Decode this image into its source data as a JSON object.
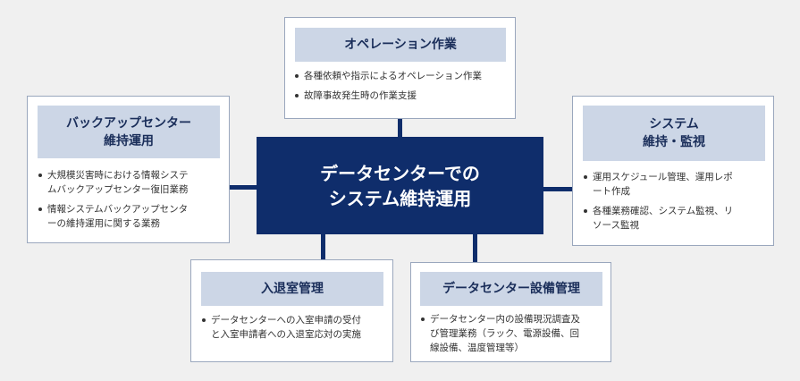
{
  "center": {
    "line1": "データセンターでの",
    "line2": "システム維持運用"
  },
  "operation": {
    "title": "オペレーション作業",
    "items": [
      "各種依頼や指示によるオペレーション作業",
      "故障事故発生時の作業支援"
    ]
  },
  "backup": {
    "title_line1": "バックアップセンター",
    "title_line2": "維持運用",
    "items": [
      [
        "大規模災害時における情報システ",
        "ムバックアップセンター復旧業務"
      ],
      [
        "情報システムバックアップセンタ",
        "ーの維持運用に関する業務"
      ]
    ]
  },
  "system": {
    "title_line1": "システム",
    "title_line2": "維持・監視",
    "items": [
      [
        "運用スケジュール管理、運用レポ",
        "ート作成"
      ],
      [
        "各種業務確認、システム監視、リ",
        "ソース監視"
      ]
    ]
  },
  "entry": {
    "title": "入退室管理",
    "items": [
      [
        "データセンターへの入室申請の受付",
        "と入室申請者への入退室応対の実施"
      ]
    ]
  },
  "facility": {
    "title": "データセンター設備管理",
    "items": [
      [
        "データセンター内の設備現況調査及",
        "び管理業務（ラック、電源設備、回",
        "線設備、温度管理等）"
      ]
    ]
  },
  "colors": {
    "center_bg": "#0f2d6b",
    "title_bg": "#ccd6e6",
    "page_bg": "#f0f0f0"
  }
}
